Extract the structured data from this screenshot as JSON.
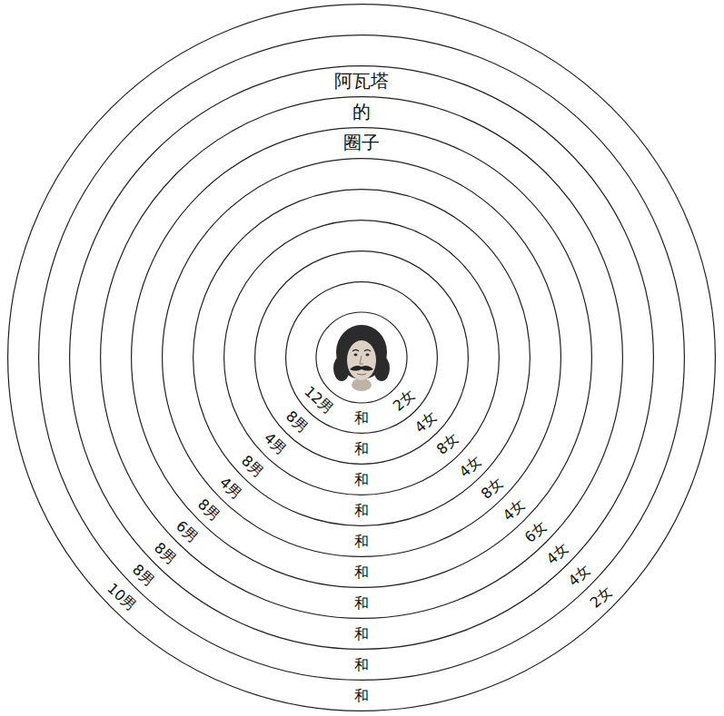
{
  "diagram": {
    "title": "阿瓦塔 的 圈子",
    "nodes": [
      {
        "text": [
          "12男",
          "和",
          "2女"
        ]
      },
      {
        "text": [
          "8男",
          "和",
          "4女"
        ]
      },
      {
        "text": [
          "4男",
          "和",
          "8女"
        ]
      },
      {
        "text": [
          "8男",
          "和",
          "4女"
        ]
      },
      {
        "text": [
          "4男",
          "和",
          "8女"
        ]
      },
      {
        "text": [
          "8男",
          "和",
          "4女"
        ]
      },
      {
        "text": [
          "6男",
          "和",
          "6女"
        ]
      },
      {
        "text": [
          "8男",
          "和",
          "4女"
        ]
      },
      {
        "text": [
          "8男",
          "和",
          "4女"
        ]
      },
      {
        "text": [
          "10男",
          "和",
          "2女"
        ]
      }
    ]
  }
}
